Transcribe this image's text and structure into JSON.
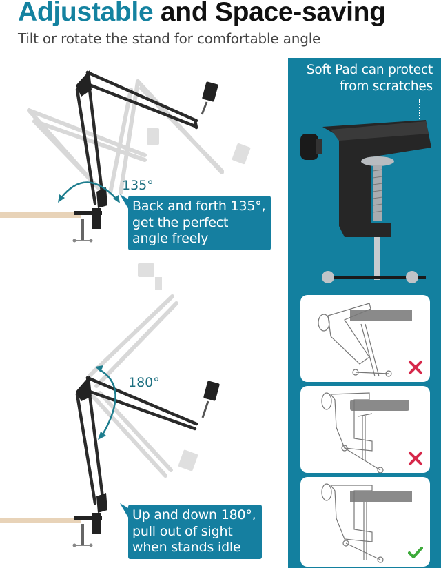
{
  "header": {
    "title_accent": "Adjustable",
    "title_rest": " and Space-saving",
    "subtitle": "Tilt or rotate the stand for comfortable angle"
  },
  "scenes": [
    {
      "id": "back-forth",
      "angle_label": "135°",
      "callout_lines": [
        "Back and forth 135°,",
        "get the perfect",
        "angle freely"
      ]
    },
    {
      "id": "up-down",
      "angle_label": "180°",
      "callout_lines": [
        "Up and down 180°,",
        "pull out of sight",
        "when stands idle"
      ]
    }
  ],
  "side_panel": {
    "caption_lines": [
      "Soft Pad can protect",
      "from scratches"
    ],
    "cards": [
      {
        "label": "incorrect-tilted-mount",
        "status": "wrong",
        "icon": "cross-icon"
      },
      {
        "label": "incorrect-loose-mount",
        "status": "wrong",
        "icon": "cross-icon"
      },
      {
        "label": "correct-flush-mount",
        "status": "correct",
        "icon": "check-icon"
      }
    ]
  },
  "colors": {
    "accent_teal": "#1482a0",
    "panel_teal": "#13809f",
    "wrong_red": "#d6284a",
    "correct_green": "#3daa3a",
    "desk_wood": "#e8d3b8"
  }
}
